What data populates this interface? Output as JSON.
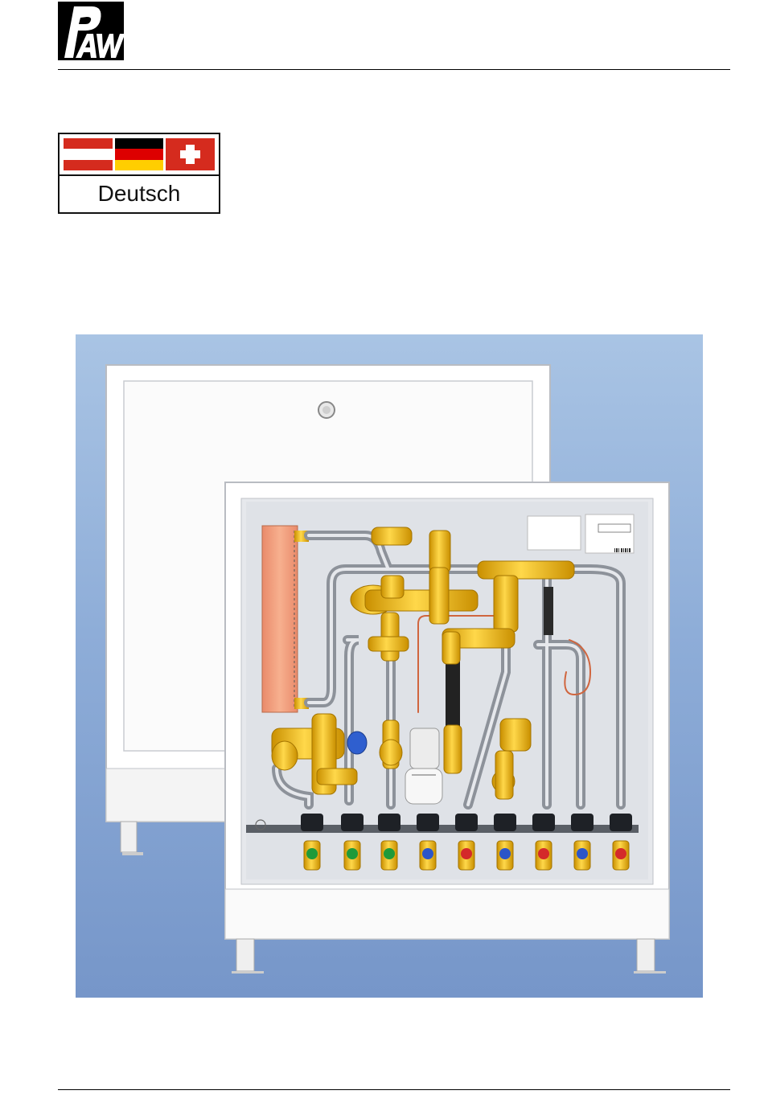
{
  "header": {
    "logo": {
      "icon": "paw-logo",
      "colors": {
        "background": "#000000",
        "foreground": "#ffffff"
      }
    }
  },
  "language": {
    "label": "Deutsch",
    "flags": [
      {
        "icon": "flag-austria-icon",
        "colors": [
          "#d52b1e",
          "#ffffff"
        ]
      },
      {
        "icon": "flag-germany-icon",
        "colors": [
          "#000000",
          "#dd0000",
          "#ffce00"
        ]
      },
      {
        "icon": "flag-switzerland-icon",
        "colors": [
          "#d52b1e",
          "#ffffff"
        ]
      }
    ]
  },
  "illustration": {
    "icon": "heating-station-cabinet-illustration",
    "colors": {
      "background_top": "#a9c4e4",
      "background_bottom": "#7696c9",
      "brass": "#f5c01a",
      "pipe": "#b8bcc4"
    },
    "valves": [
      {
        "handle": "green"
      },
      {
        "handle": "green"
      },
      {
        "handle": "green"
      },
      {
        "handle": "blue"
      },
      {
        "handle": "red"
      },
      {
        "handle": "blue"
      },
      {
        "handle": "red"
      },
      {
        "handle": "blue"
      },
      {
        "handle": "red"
      }
    ]
  }
}
